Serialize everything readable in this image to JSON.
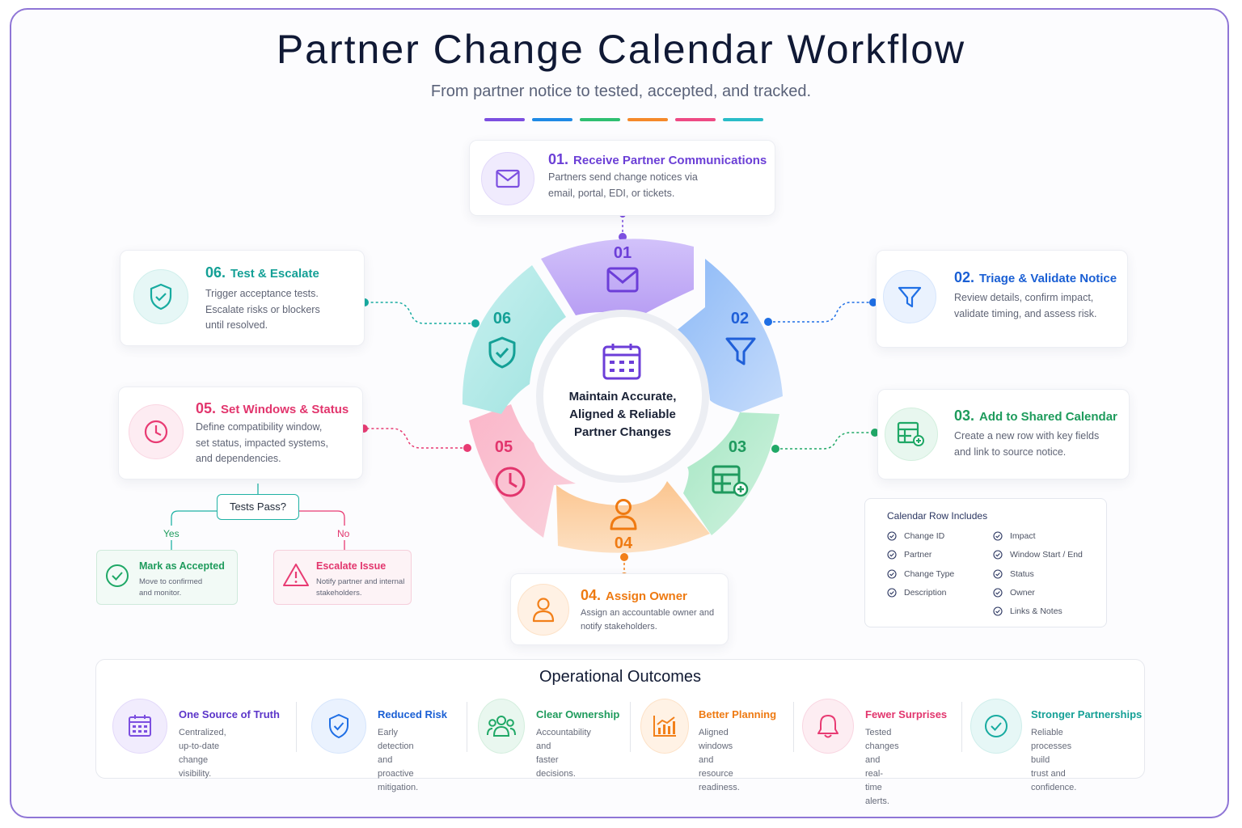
{
  "header": {
    "title": "Partner Change Calendar Workflow",
    "subtitle": "From partner notice to tested, accepted, and tracked."
  },
  "colors": {
    "purple": "#7c4fe0",
    "blue": "#1f6fe5",
    "green": "#1fa866",
    "orange": "#f2801a",
    "pink": "#e83b73",
    "teal": "#17aba0"
  },
  "steps": [
    {
      "num": "01.",
      "title": "Receive Partner Communications",
      "desc": "Partners send change notices via\nemail, portal, EDI, or tickets.",
      "icon": "mail-icon"
    },
    {
      "num": "02.",
      "title": "Triage & Validate Notice",
      "desc": "Review details, confirm impact,\nvalidate timing, and assess risk.",
      "icon": "filter-icon"
    },
    {
      "num": "03.",
      "title": "Add to Shared Calendar",
      "desc": "Create a new row with key fields\nand link to source notice.",
      "icon": "calendar-add-icon"
    },
    {
      "num": "04.",
      "title": "Assign Owner",
      "desc": "Assign an accountable owner and\nnotify stakeholders.",
      "icon": "user-icon"
    },
    {
      "num": "05.",
      "title": "Set Windows & Status",
      "desc": "Define compatibility window,\nset status, impacted systems,\nand dependencies.",
      "icon": "clock-icon"
    },
    {
      "num": "06.",
      "title": "Test & Escalate",
      "desc": "Trigger acceptance tests.\nEscalate risks or blockers\nuntil resolved.",
      "icon": "shield-check-icon"
    }
  ],
  "wheel": {
    "labels": [
      "01",
      "02",
      "03",
      "04",
      "05",
      "06"
    ],
    "center": "Maintain Accurate,\nAligned & Reliable\nPartner Changes"
  },
  "decision": {
    "question": "Tests Pass?",
    "yes_label": "Yes",
    "no_label": "No",
    "yes_title": "Mark as Accepted",
    "yes_desc": "Move to confirmed\nand monitor.",
    "no_title": "Escalate Issue",
    "no_desc": "Notify partner and internal\nstakeholders."
  },
  "calendar_row": {
    "title": "Calendar Row Includes",
    "left": [
      "Change ID",
      "Partner",
      "Change Type",
      "Description"
    ],
    "right": [
      "Impact",
      "Window Start / End",
      "Status",
      "Owner",
      "Links & Notes"
    ]
  },
  "outcomes": {
    "title": "Operational Outcomes",
    "items": [
      {
        "title": "One Source of Truth",
        "desc": "Centralized, up-to-date\nchange visibility.",
        "icon": "calendar-icon"
      },
      {
        "title": "Reduced Risk",
        "desc": "Early detection and\nproactive mitigation.",
        "icon": "shield-check-icon"
      },
      {
        "title": "Clear Ownership",
        "desc": "Accountability and\nfaster decisions.",
        "icon": "team-icon"
      },
      {
        "title": "Better Planning",
        "desc": "Aligned windows and\nresource readiness.",
        "icon": "chart-icon"
      },
      {
        "title": "Fewer Surprises",
        "desc": "Tested changes and\nreal-time alerts.",
        "icon": "bell-icon"
      },
      {
        "title": "Stronger Partnerships",
        "desc": "Reliable processes build\ntrust and confidence.",
        "icon": "check-circle-icon"
      }
    ]
  }
}
